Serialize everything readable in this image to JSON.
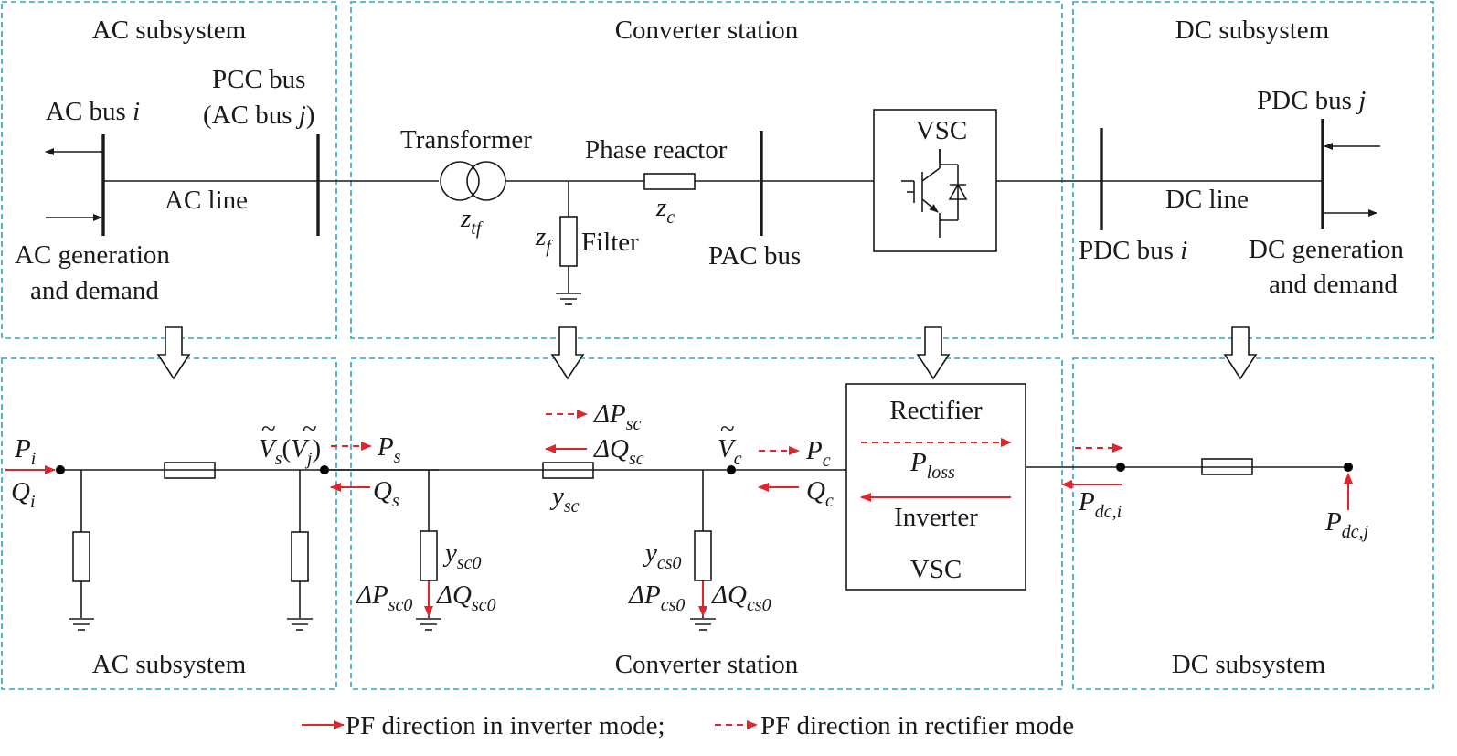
{
  "colors": {
    "box_border": "#2aa3c6",
    "arrow_red": "#e0262b",
    "line": "#1a1a1a"
  },
  "top": {
    "ac_title": "AC subsystem",
    "conv_title": "Converter station",
    "dc_title": "DC subsystem",
    "ac_bus_i": "AC bus ",
    "ac_bus_i_var": "i",
    "pcc_bus_line1": "PCC bus",
    "pcc_bus_line2": "(AC bus ",
    "pcc_bus_var": "j",
    "pcc_bus_close": ")",
    "ac_line": "AC line",
    "ac_gen_line1": "AC generation",
    "ac_gen_line2": "and demand",
    "transformer": "Transformer",
    "z_tf": "z",
    "z_tf_sub": "tf",
    "phase_reactor": "Phase reactor",
    "z_c": "z",
    "z_c_sub": "c",
    "z_f": "z",
    "z_f_sub": "f",
    "filter": "Filter",
    "pac_bus": "PAC bus",
    "vsc": "VSC",
    "pdc_bus_j": "PDC bus ",
    "pdc_bus_j_var": "j",
    "dc_line": "DC line",
    "pdc_bus_i": "PDC bus ",
    "pdc_bus_i_var": "i",
    "dc_gen_line1": "DC generation",
    "dc_gen_line2": "and demand"
  },
  "bottom": {
    "ac_title": "AC subsystem",
    "conv_title": "Converter station",
    "dc_title": "DC subsystem",
    "p_i": "P",
    "p_i_sub": "i",
    "q_i": "Q",
    "q_i_sub": "i",
    "v_s": "V",
    "v_s_sub": "s",
    "v_j": "V",
    "v_j_sub": "j",
    "tilde": "~",
    "paren_open": "(",
    "paren_close": ")",
    "p_s": "P",
    "p_s_sub": "s",
    "q_s": "Q",
    "q_s_sub": "s",
    "dp_sc": "ΔP",
    "dp_sc_sub": "sc",
    "dq_sc": "ΔQ",
    "dq_sc_sub": "sc",
    "y_sc": "y",
    "y_sc_sub": "sc",
    "y_sc0": "y",
    "y_sc0_sub": "sc0",
    "dp_sc0": "ΔP",
    "dp_sc0_sub": "sc0",
    "dq_sc0": "ΔQ",
    "dq_sc0_sub": "sc0",
    "v_c": "V",
    "v_c_sub": "c",
    "p_c": "P",
    "p_c_sub": "c",
    "q_c": "Q",
    "q_c_sub": "c",
    "y_cs0": "y",
    "y_cs0_sub": "cs0",
    "dp_cs0": "ΔP",
    "dp_cs0_sub": "cs0",
    "dq_cs0": "ΔQ",
    "dq_cs0_sub": "cs0",
    "rectifier": "Rectifier",
    "p_loss": "P",
    "p_loss_sub": "loss",
    "inverter": "Inverter",
    "vsc": "VSC",
    "p_dci": "P",
    "p_dci_sub": "dc,i",
    "p_dcj": "P",
    "p_dcj_sub": "dc,j"
  },
  "legend": {
    "inverter_text": "PF direction in inverter mode;",
    "rectifier_text": "PF direction in rectifier mode"
  }
}
